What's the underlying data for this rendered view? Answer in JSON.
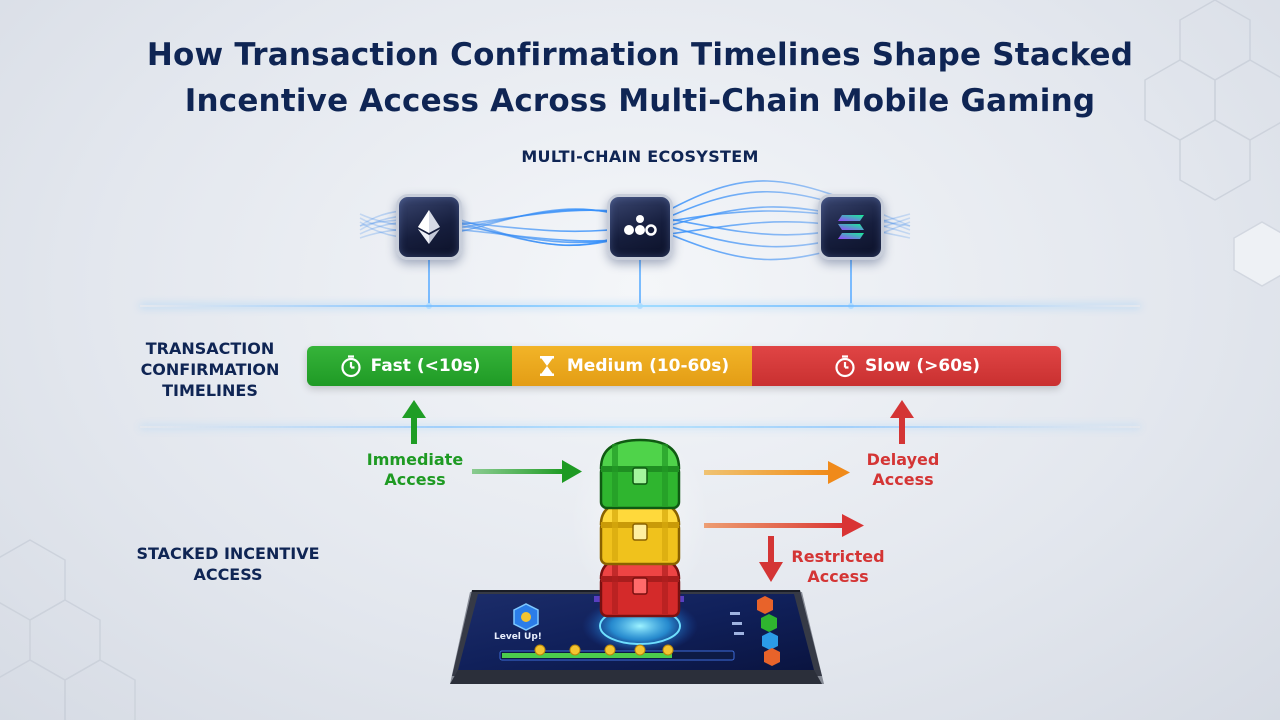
{
  "title": {
    "line1": "How Transaction Confirmation Timelines Shape Stacked",
    "line2": "Incentive Access Across Multi-Chain Mobile Gaming"
  },
  "ecosystem": {
    "label": "MULTI-CHAIN ECOSYSTEM",
    "chains": [
      {
        "icon": "ethereum-icon"
      },
      {
        "icon": "polkadot-icon"
      },
      {
        "icon": "solana-icon"
      }
    ]
  },
  "timelines": {
    "label_line1": "TRANSACTION",
    "label_line2": "CONFIRMATION",
    "label_line3": "TIMELINES",
    "segments": [
      {
        "label": "Fast (<10s)",
        "icon": "stopwatch-icon",
        "color": "#2aa82f"
      },
      {
        "label": "Medium (10-60s)",
        "icon": "hourglass-icon",
        "color": "#eea81e"
      },
      {
        "label": "Slow (>60s)",
        "icon": "stopwatch-icon",
        "color": "#d63a3a"
      }
    ]
  },
  "access": {
    "immediate_line1": "Immediate",
    "immediate_line2": "Access",
    "delayed_line1": "Delayed",
    "delayed_line2": "Access",
    "restricted_line1": "Restricted",
    "restricted_line2": "Access"
  },
  "stacked": {
    "label_line1": "STACKED INCENTIVE",
    "label_line2": "ACCESS",
    "chests": [
      {
        "color": "#2fb52f",
        "icon": "treasure-chest-icon"
      },
      {
        "color": "#f0c21c",
        "icon": "treasure-chest-icon"
      },
      {
        "color": "#dc2f2f",
        "icon": "treasure-chest-icon"
      }
    ]
  },
  "phone": {
    "level_text": "Level Up!"
  },
  "colors": {
    "navy": "#0f2554",
    "green": "#1e9a23",
    "amber": "#eea81e",
    "red": "#d43535"
  }
}
